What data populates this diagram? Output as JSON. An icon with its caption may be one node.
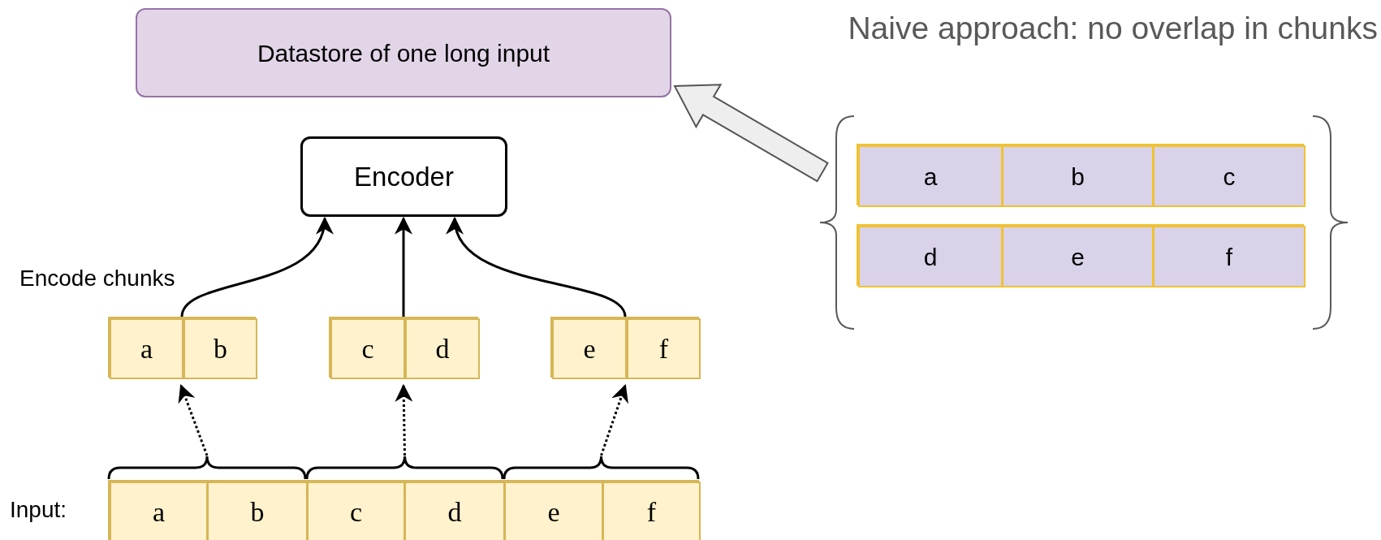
{
  "diagram": {
    "title": "Naive approach: no overlap in chunks",
    "nodes": [
      {
        "text": [
          "Datastore of one long input"
        ]
      },
      {
        "text": [
          "Encoder"
        ]
      },
      {
        "text": [],
        "shape": "box"
      },
      {
        "text": [
          "a"
        ],
        "in": 2
      },
      {
        "text": [
          "b"
        ],
        "in": 2
      },
      {
        "text": [],
        "shape": "box"
      },
      {
        "text": [
          "c"
        ],
        "in": 5
      },
      {
        "text": [
          "d"
        ],
        "in": 5
      },
      {
        "text": [],
        "shape": "box"
      },
      {
        "text": [
          "e"
        ],
        "in": 8
      },
      {
        "text": [
          "f"
        ],
        "in": 8
      },
      {
        "text": [],
        "shape": "box"
      },
      {
        "text": [
          "a"
        ],
        "in": 11
      },
      {
        "text": [
          "b"
        ],
        "in": 11
      },
      {
        "text": [
          "c"
        ],
        "in": 11
      },
      {
        "text": [
          "d"
        ],
        "in": 11
      },
      {
        "text": [
          "e"
        ],
        "in": 11
      },
      {
        "text": [
          "f"
        ],
        "in": 11
      },
      {
        "text": [],
        "shape": "box"
      },
      {
        "text": [
          "a"
        ],
        "in": 18
      },
      {
        "text": [
          "b"
        ],
        "in": 18
      },
      {
        "text": [
          "c"
        ],
        "in": 18
      },
      {
        "text": [],
        "shape": "box"
      },
      {
        "text": [
          "d"
        ],
        "in": 22
      },
      {
        "text": [
          "e"
        ],
        "in": 22
      },
      {
        "text": [
          "f"
        ],
        "in": 22
      },
      {
        "text": [],
        "shape": "brace"
      },
      {
        "text": [],
        "shape": "brace"
      },
      {
        "text": [],
        "shape": "brace"
      }
    ],
    "edges": [
      {
        "from": 2,
        "to": 1,
        "arrow": "to"
      },
      {
        "from": 5,
        "to": 1,
        "arrow": "to"
      },
      {
        "from": 8,
        "to": 1,
        "arrow": "to"
      },
      {
        "from": 26,
        "to": 2,
        "arrow": "to",
        "style": "dashed"
      },
      {
        "from": 27,
        "to": 5,
        "arrow": "to",
        "style": "dashed"
      },
      {
        "from": 28,
        "to": 8,
        "arrow": "to",
        "style": "dashed"
      },
      {
        "from": null,
        "to": 0,
        "arrow": "to",
        "style": "thick"
      }
    ],
    "labels": [
      "Encode chunks",
      "Input:"
    ]
  }
}
